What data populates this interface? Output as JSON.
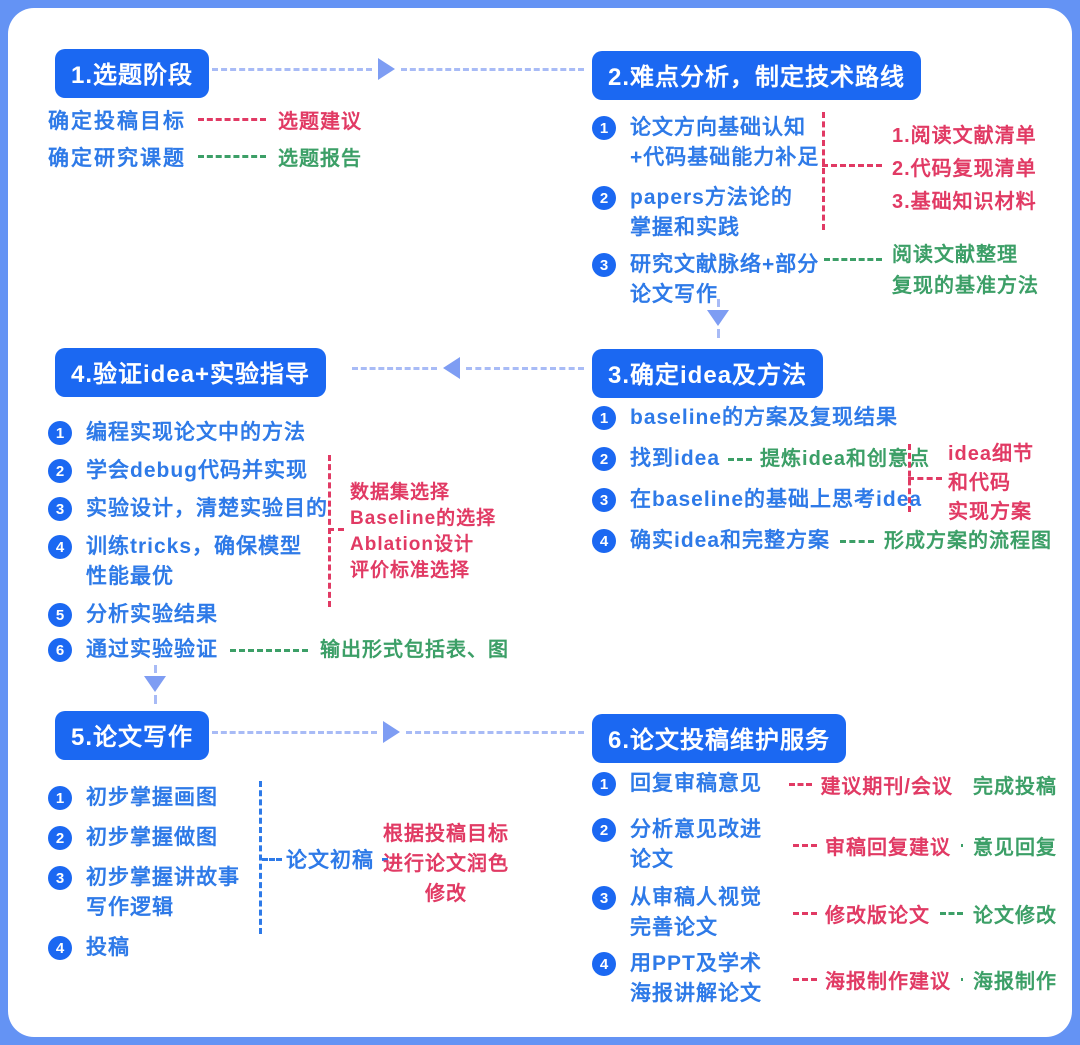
{
  "palette": {
    "frame": "#6493f4",
    "header-bg": "#1b68f2",
    "item-blue": "#2e7ae8",
    "red": "#e13a64",
    "green": "#3c9f67",
    "connector": "#a8bbf6",
    "arrow": "#7e9df3"
  },
  "nums": [
    "1",
    "2",
    "3",
    "4",
    "5",
    "6"
  ],
  "s1": {
    "title": "1.选题阶段",
    "row1_label": "确定投稿目标",
    "row1_note": "选题建议",
    "row2_label": "确定研究课题",
    "row2_note": "选题报告"
  },
  "s2": {
    "title": "2.难点分析，制定技术路线",
    "i1_l1": "论文方向基础认知",
    "i1_l2": "+代码基础能力补足",
    "i2_l1": "papers方法论的",
    "i2_l2": "掌握和实践",
    "i3_l1": "研究文献脉络+部分",
    "i3_l2": "论文写作",
    "red_note_1": "1.阅读文献清单",
    "red_note_2": "2.代码复现清单",
    "red_note_3": "3.基础知识材料",
    "green_note_1": "阅读文献整理",
    "green_note_2": "复现的基准方法"
  },
  "s3": {
    "title": "3.确定idea及方法",
    "i1": "baseline的方案及复现结果",
    "i2": "找到idea",
    "i2_green": "提炼idea和创意点",
    "i3": "在baseline的基础上思考idea",
    "i4": "确实idea和完整方案",
    "i4_green": "形成方案的流程图",
    "red_note_1": "idea细节",
    "red_note_2": "和代码",
    "red_note_3": "实现方案"
  },
  "s4": {
    "title": "4.验证idea+实验指导",
    "i1": "编程实现论文中的方法",
    "i2": "学会debug代码并实现",
    "i3": "实验设计，清楚实验目的",
    "i4_l1": "训练tricks，确保模型",
    "i4_l2": "性能最优",
    "i5": "分析实验结果",
    "i6": "通过实验验证",
    "i6_green": "输出形式包括表、图",
    "red_note_1": "数据集选择",
    "red_note_2": "Baseline的选择",
    "red_note_3": "Ablation设计",
    "red_note_4": "评价标准选择"
  },
  "s5": {
    "title": "5.论文写作",
    "i1": "初步掌握画图",
    "i2": "初步掌握做图",
    "i3_l1": "初步掌握讲故事",
    "i3_l2": "写作逻辑",
    "i4": "投稿",
    "blue_note": "论文初稿",
    "red_note_1": "根据投稿目标",
    "red_note_2": "进行论文润色",
    "red_note_3": "修改"
  },
  "s6": {
    "title": "6.论文投稿维护服务",
    "i1": "回复审稿意见",
    "i1_red": "建议期刊/会议",
    "i1_green": "完成投稿",
    "i2_l1": "分析意见改进",
    "i2_l2": "论文",
    "i2_red": "审稿回复建议",
    "i2_green": "意见回复",
    "i3_l1": "从审稿人视觉",
    "i3_l2": "完善论文",
    "i3_red": "修改版论文",
    "i3_green": "论文修改",
    "i4_l1": "用PPT及学术",
    "i4_l2": "海报讲解论文",
    "i4_red": "海报制作建议",
    "i4_green": "海报制作"
  }
}
